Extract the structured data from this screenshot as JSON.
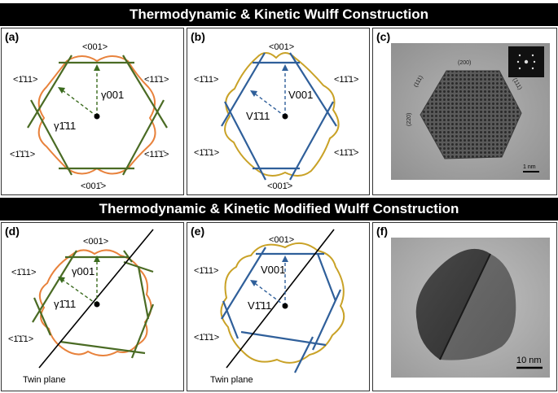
{
  "banner_top": "Thermodynamic & Kinetic Wulff Construction",
  "banner_bottom": "Thermodynamic & Kinetic Modified Wulff Construction",
  "panels": {
    "a": "(a)",
    "b": "(b)",
    "c": "(c)",
    "d": "(d)",
    "e": "(e)",
    "f": "(f)"
  },
  "facets": {
    "f001": "<001>",
    "f00m1": "<001̄>",
    "fm111": "<1̄11>",
    "f1m11": "<11̄1>",
    "fm1m11": "<1̄1̄1>",
    "f1m1m1": "<11̄1̄>"
  },
  "energy_labels": {
    "g001": "γ001",
    "g111": "γ1̄11"
  },
  "velocity_labels": {
    "v001": "V001",
    "v111": "V1̄11"
  },
  "twin_plane": "Twin plane",
  "tem_c": {
    "l200": "(200)",
    "l111a": "(111)",
    "l111b": "(111)",
    "l220": "(220)",
    "scale": "1 nm"
  },
  "tem_f": {
    "scale": "10 nm"
  },
  "colors": {
    "thermo_line": "#4a6b24",
    "thermo_arc": "#e8823c",
    "kinetic_line": "#2f5f9a",
    "kinetic_arc": "#c9a227",
    "banner": "#000000"
  }
}
